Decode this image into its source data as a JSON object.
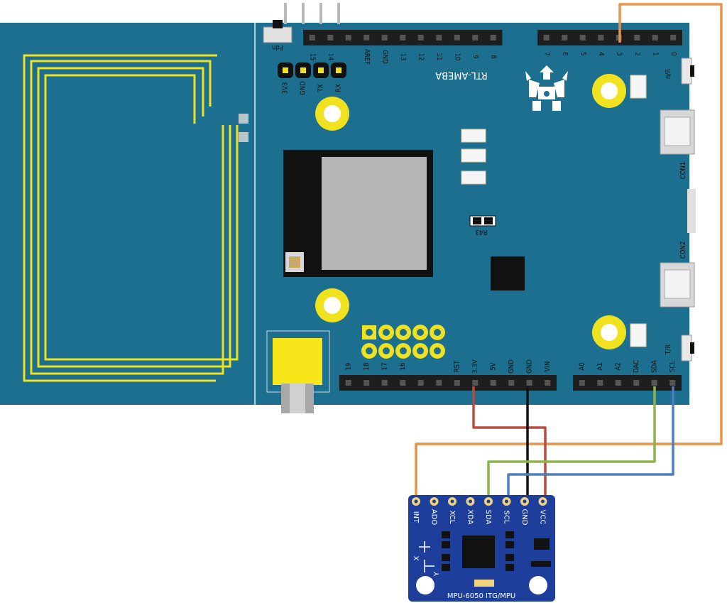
{
  "board": {
    "name": "RTL-AMEBA",
    "pdn_label": "Pdn",
    "uart_pins": [
      "3V3",
      "GND",
      "TX",
      "RX"
    ],
    "top_left_header": [
      "15",
      "14",
      "",
      "AREF",
      "GND",
      "13",
      "12",
      "11",
      "10",
      "9",
      "8"
    ],
    "top_right_header": [
      "7",
      "6",
      "5",
      "4",
      "3",
      "2",
      "1",
      "0"
    ],
    "bottom_left_header": [
      "19",
      "18",
      "17",
      "16",
      "",
      "",
      "RST",
      "3.3V",
      "5V",
      "GND",
      "GND",
      "VIN"
    ],
    "bottom_right_header": [
      "A0",
      "A1",
      "A2",
      "DAC",
      "SDA",
      "SCL"
    ],
    "nr_label": "n/R",
    "tr_label": "T/R",
    "con1_label": "CON1",
    "con2_label": "CON2",
    "r43_label": "R43"
  },
  "sensor": {
    "name": "MPU-6050 ITG/MPU",
    "pins": [
      "INT",
      "ADO",
      "XCL",
      "XDA",
      "SDA",
      "SCL",
      "GND",
      "VCC"
    ],
    "axis_y": "Y",
    "axis_x": "X"
  },
  "colors": {
    "pcb": "#1c6f8f",
    "trace": "#f0e21e",
    "sensor_pcb": "#1d3e9a",
    "wire_int": "#e8934a",
    "wire_vcc": "#b94a3c",
    "wire_gnd": "#111111",
    "wire_sda": "#8bb54a",
    "wire_scl": "#4f7fbf"
  },
  "connections": [
    {
      "from": "D3",
      "to": "INT",
      "color": "wire_int"
    },
    {
      "from": "3.3V",
      "to": "VCC",
      "color": "wire_vcc"
    },
    {
      "from": "GND",
      "to": "GND",
      "color": "wire_gnd"
    },
    {
      "from": "SDA",
      "to": "SDA",
      "color": "wire_sda"
    },
    {
      "from": "SCL",
      "to": "SCL",
      "color": "wire_scl"
    }
  ]
}
